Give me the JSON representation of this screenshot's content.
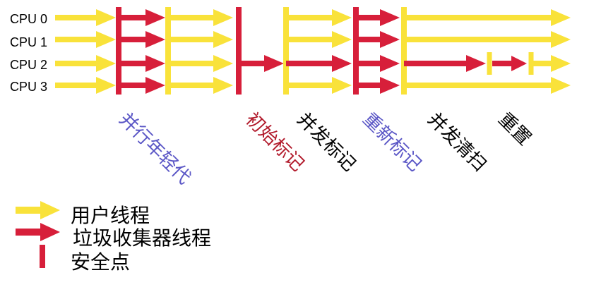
{
  "colors": {
    "user_thread": "#F9E23A",
    "gc_thread": "#D71F3A",
    "safepoint": "#D71F3A",
    "label_purple": "#5B57C6",
    "label_red": "#B21B2C",
    "label_black": "#000000"
  },
  "cpus": [
    "CPU 0",
    "CPU 1",
    "CPU 2",
    "CPU 3"
  ],
  "phases": [
    {
      "label": "并行年轻代",
      "color": "purple"
    },
    {
      "label": "初始标记",
      "color": "red"
    },
    {
      "label": "并发标记",
      "color": "black"
    },
    {
      "label": "重新标记",
      "color": "purple"
    },
    {
      "label": "并发清扫",
      "color": "black"
    },
    {
      "label": "重置",
      "color": "black"
    }
  ],
  "legend": {
    "user_thread": "用户线程",
    "gc_thread": "垃圾收集器线程",
    "safepoint": "安全点"
  }
}
